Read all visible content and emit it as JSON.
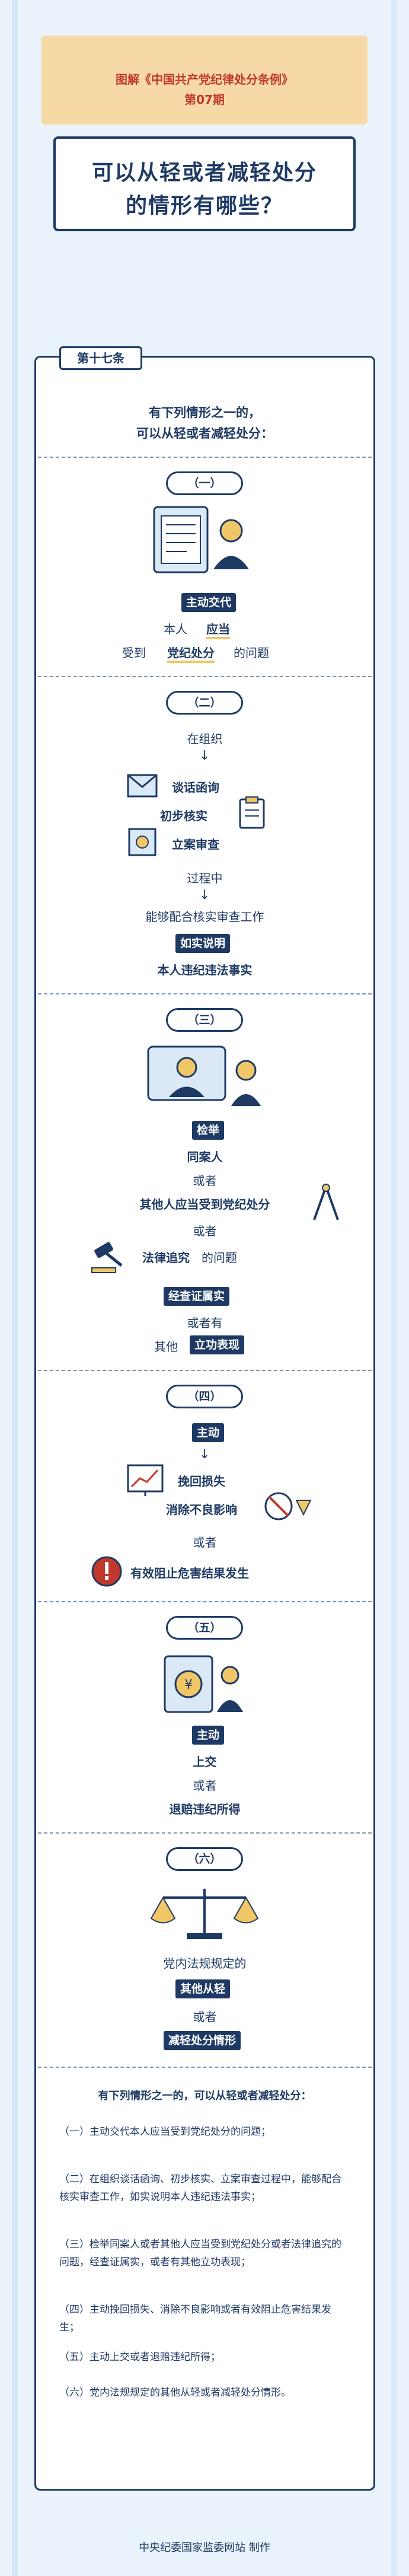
{
  "header": {
    "series": "图解《中国共产党纪律处分条例》",
    "issue": "第07期",
    "title_line1": "可以从轻或者减轻处分",
    "title_line2": "的情形有哪些？"
  },
  "article": {
    "tag": "第十七条",
    "intro_line1": "有下列情形之一的，",
    "intro_line2": "可以从轻或者减轻处分："
  },
  "sections": {
    "s1": {
      "badge": "（一）",
      "hl": "主动交代",
      "l1a": "本人",
      "l1b": "应当",
      "l2a": "受到",
      "l2b": "党纪处分",
      "l2c": "的问题"
    },
    "s2": {
      "badge": "（二）",
      "l1": "在组织",
      "i1": "谈话函询",
      "i2": "初步核实",
      "i3": "立案审查",
      "l2": "过程中",
      "l3": "能够配合核实审查工作",
      "hl": "如实说明",
      "l4": "本人违纪违法事实"
    },
    "s3": {
      "badge": "（三）",
      "hl": "检举",
      "l1": "同案人",
      "l2": "或者",
      "l3": "其他人应当受到党纪处分",
      "l4": "或者",
      "l5a": "法律追究",
      "l5b": "的问题",
      "hl2": "经查证属实",
      "l6": "或者有",
      "l7a": "其他",
      "l7b": "立功表现"
    },
    "s4": {
      "badge": "（四）",
      "hl": "主动",
      "l1": "挽回损失",
      "l2": "消除不良影响",
      "l3": "或者",
      "l4": "有效阻止危害结果发生"
    },
    "s5": {
      "badge": "（五）",
      "hl": "主动",
      "l1": "上交",
      "l2": "或者",
      "l3": "退赔违纪所得"
    },
    "s6": {
      "badge": "（六）",
      "l1": "党内法规规定的",
      "l2": "其他从轻",
      "l3": "或者",
      "l4": "减轻处分情形"
    }
  },
  "summary": {
    "title": "有下列情形之一的，可以从轻或者减轻处分：",
    "items": [
      "（一）主动交代本人应当受到党纪处分的问题；",
      "（二）在组织谈话函询、初步核实、立案审查过程中，能够配合核实审查工作，如实说明本人违纪违法事实；",
      "（三）检举同案人或者其他人应当受到党纪处分或者法律追究的问题，经查证属实，或者有其他立功表现；",
      "（四）主动挽回损失、消除不良影响或者有效阻止危害结果发生；",
      "（五）主动上交或者退赔违纪所得；",
      "（六）党内法规规定的其他从轻或者减轻处分情形。"
    ]
  },
  "footer": "中央纪委国家监委网站 制作",
  "colors": {
    "navy": "#1e3a64",
    "gold": "#f1c667",
    "red": "#c0392b",
    "bg": "#eaf3fb"
  }
}
